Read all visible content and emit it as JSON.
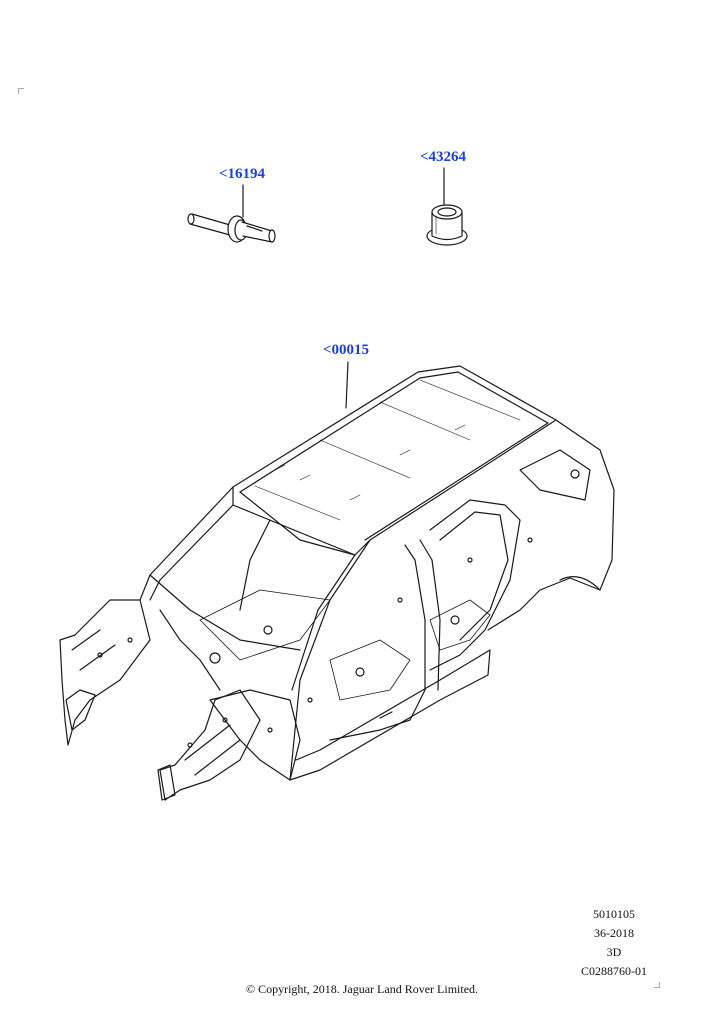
{
  "callouts": {
    "rivet": "<16194",
    "insert": "<43264",
    "body": "<00015"
  },
  "meta": {
    "line1": "5010105",
    "line2": "36-2018",
    "line3": "3D",
    "line4": "C0288760-01"
  },
  "copyright": "© Copyright, 2018. Jaguar Land Rover Limited.",
  "colors": {
    "callout": "#1c3fd6",
    "linework": "#1a1a1a"
  }
}
